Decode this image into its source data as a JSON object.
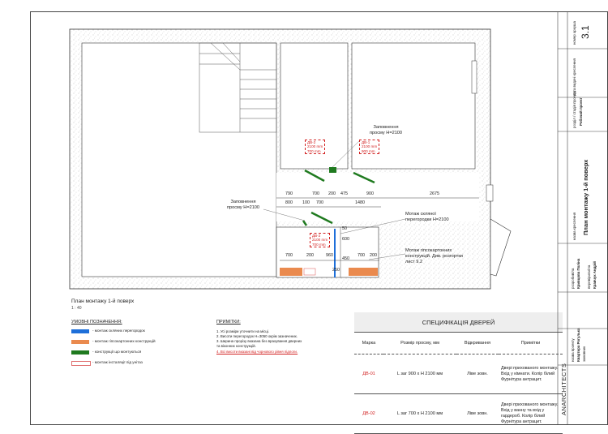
{
  "plan": {
    "title": "План монтажу 1-й поверх",
    "scale": "1 : 40",
    "labels": {
      "fill_upper": "Заповнення\nпросму Н=2100",
      "fill_left": "Заповнення\nпросму Н=2100",
      "glass_partition": "Мотаж скляної\nперегородки Н=2100",
      "drywall": "Мотаж гіпсокартонних\nконструкцій. Див. розгортки\nлист 9.2"
    },
    "doors": [
      {
        "code": "ДВ-2",
        "w": "2100 mm",
        "h": "700 mm"
      },
      {
        "code": "ДВ-1",
        "w": "2100 mm",
        "h": "900 mm"
      },
      {
        "code": "ДВ-2",
        "w": "2100 mm",
        "h": "700 mm"
      }
    ],
    "dims_row1": [
      "790",
      "700",
      "200",
      "475",
      "900",
      "2675"
    ],
    "dims_row2": [
      "800",
      "100",
      "700",
      "1480"
    ],
    "dims_lower": [
      "700",
      "200",
      "960",
      "700",
      "200"
    ],
    "dims_vertical": [
      "50",
      "600",
      "450",
      "250"
    ]
  },
  "legend": {
    "title": "УМОВНІ ПОЗНАЧЕННЯ:",
    "items": [
      {
        "label": "- монтаж скляних перегородок",
        "color": "#1e6fd9"
      },
      {
        "label": "- монтаж гіпсокартонних конструкцій",
        "color": "#ea8a4e"
      },
      {
        "label": "- конструкції що монтуються",
        "color": "#1f7a1f"
      },
      {
        "label": "- монтаж інсталяції під унітаз",
        "color": "#e07070"
      }
    ]
  },
  "notes": {
    "title": "ПРИМІТКИ:",
    "items": [
      "1. Усі розміри уточнити на місці.",
      "2. Висоти перегородок Н=3050 окрім зазначених.",
      "3. Ширина прорізу вказана без врахування дверних",
      "та віконних конструкцій.",
      "4. Всі висоти вказані від чорнового рівня підлоги."
    ]
  },
  "spec": {
    "title": "СПЕЦИФІКАЦІЯ ДВЕРЕЙ",
    "headers": [
      "Марка",
      "Розмір просму, мм",
      "Відкривання",
      "Примітки"
    ],
    "rows": [
      {
        "mark": "ДВ-01",
        "size": "L заг 900 х Н 2100 мм",
        "opening": "Ліве зовн.",
        "notes": "Двері прихованого монтажу.\nВхід у кімнати. Колір білий\nФурнітура антрацит."
      },
      {
        "mark": "ДВ-02",
        "size": "L заг 700 х Н 2100 мм",
        "opening": "Ліве зовн.",
        "notes": "Двері прихованого монтажу.\nВхід у ванну та вхід у\nгардероб. Колір білий\nФурнітура антрацит."
      }
    ]
  },
  "title_block": {
    "sheet_number_label": "номер аркуша",
    "sheet_number": "3.1",
    "stage_label": "дата видачі креслення",
    "section_label": "розділ / стадія проекту",
    "section_value": "Робочий проект",
    "drawing_label": "назва креслення",
    "drawing_title": "План монтажу 1-й поверх",
    "developed_label": "розробив/ла",
    "developed_name": "Кривцова Поліна",
    "checked_label": "перевірили/ла",
    "checked_name": "Кравчук Андрій",
    "project_label": "назва проекту",
    "project_name": "Квартира Рогулька",
    "client_label": "замовник",
    "brand": "ANARCHITECTS"
  }
}
